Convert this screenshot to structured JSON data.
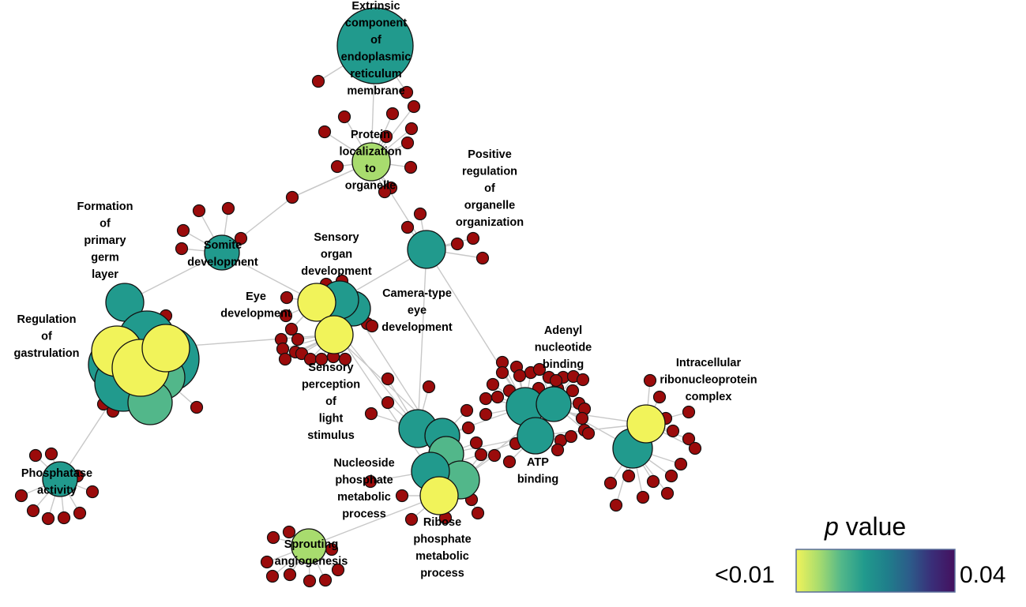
{
  "legend": {
    "title_italic": "p",
    "title_rest": " value",
    "min_label": "<0.01",
    "max_label": "0.04",
    "colors": [
      "#f1f35a",
      "#a8dc6e",
      "#52b78a",
      "#219a8d",
      "#1f7f8b",
      "#2c5c8a",
      "#3a2d78",
      "#44105e"
    ]
  },
  "colors": {
    "gene_node": "#9b0b0b",
    "edge": "#c8c8c8",
    "node_stroke": "#111111"
  },
  "terms": [
    {
      "id": "extrinsic",
      "lines": [
        "Extrinsic",
        "component",
        "of",
        "endoplasmic",
        "reticulum",
        "membrane"
      ]
    },
    {
      "id": "protein-localization",
      "lines": [
        "Protein",
        "localization",
        "to",
        "organelle"
      ]
    },
    {
      "id": "positive-regulation",
      "lines": [
        "Positive",
        "regulation",
        "of",
        "organelle",
        "organization"
      ]
    },
    {
      "id": "formation-germ",
      "lines": [
        "Formation",
        "of",
        "primary",
        "germ",
        "layer"
      ]
    },
    {
      "id": "somite",
      "lines": [
        "Somite",
        "development"
      ]
    },
    {
      "id": "sensory-organ",
      "lines": [
        "Sensory",
        "organ",
        "development"
      ]
    },
    {
      "id": "eye",
      "lines": [
        "Eye",
        "development"
      ]
    },
    {
      "id": "camera-eye",
      "lines": [
        "Camera-type",
        "eye",
        "development"
      ]
    },
    {
      "id": "regulation-gastrulation",
      "lines": [
        "Regulation",
        "of",
        "gastrulation"
      ]
    },
    {
      "id": "sensory-perception",
      "lines": [
        "Sensory",
        "perception",
        "of",
        "light",
        "stimulus"
      ]
    },
    {
      "id": "adenyl",
      "lines": [
        "Adenyl",
        "nucleotide",
        "binding"
      ]
    },
    {
      "id": "intracellular",
      "lines": [
        "Intracellular",
        "ribonucleoprotein",
        "complex"
      ]
    },
    {
      "id": "atp",
      "lines": [
        "ATP",
        "binding"
      ]
    },
    {
      "id": "nucleoside",
      "lines": [
        "Nucleoside",
        "phosphate",
        "metabolic",
        "process"
      ]
    },
    {
      "id": "ribose",
      "lines": [
        "Ribose",
        "phosphate",
        "metabolic",
        "process"
      ]
    },
    {
      "id": "phosphatase",
      "lines": [
        "Phosphatase",
        "activity"
      ]
    },
    {
      "id": "sprouting",
      "lines": [
        "Sprouting",
        "angiogenesis"
      ]
    }
  ]
}
